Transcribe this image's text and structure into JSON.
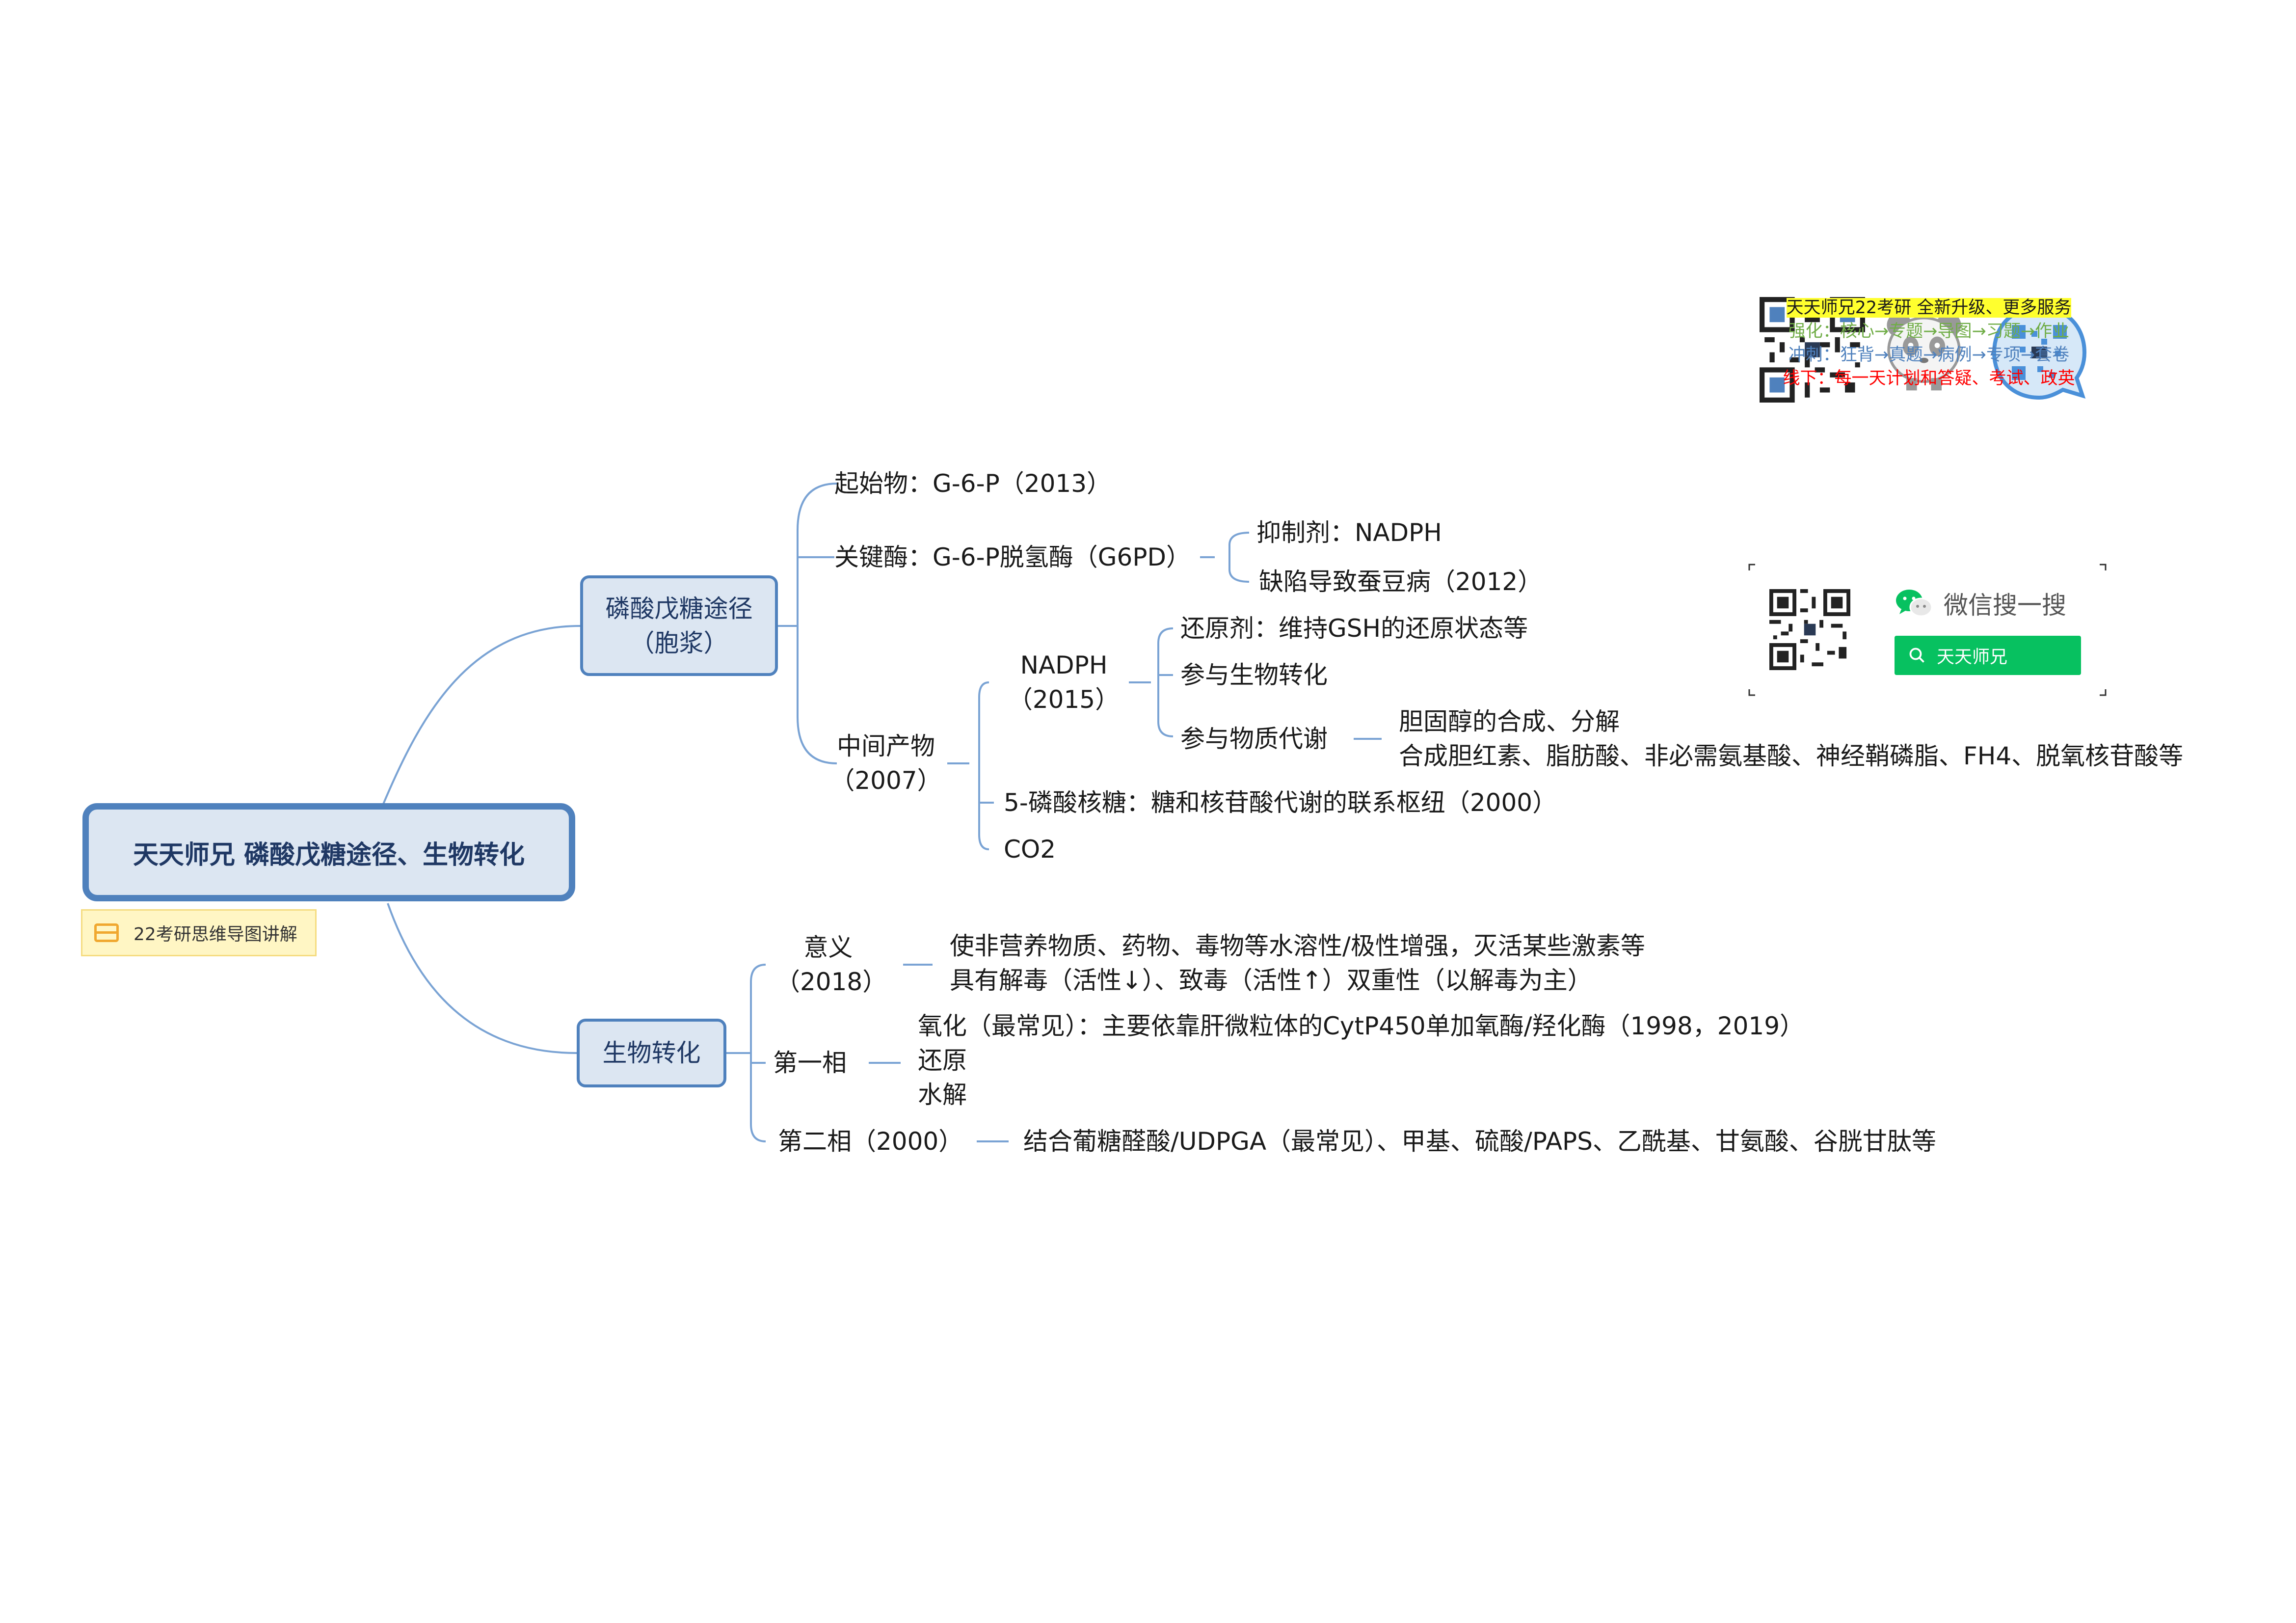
{
  "central_topic": "天天师兄 磷酸戊糖途径、生物转化",
  "note": "22考研思维导图讲解",
  "branch_ppp": {
    "label_line1": "磷酸戊糖途径",
    "label_line2": "（胞浆）",
    "starter": "起始物：G-6-P（2013）",
    "key_enzyme": "关键酶：G-6-P脱氢酶（G6PD）",
    "inhibitor": "抑制剂：NADPH",
    "deficiency": "缺陷导致蚕豆病（2012）",
    "intermediate_line1": "中间产物",
    "intermediate_line2": "（2007）",
    "nadph_line1": "NADPH",
    "nadph_line2": "（2015）",
    "reducing_agent": "还原剂：维持GSH的还原状态等",
    "biotransform": "参与生物转化",
    "metabolism": "参与物质代谢",
    "cholesterol": "胆固醇的合成、分解",
    "synthesis": "合成胆红素、脂肪酸、非必需氨基酸、神经鞘磷脂、FH4、脱氧核苷酸等",
    "ribose": "5-磷酸核糖：糖和核苷酸代谢的联系枢纽（2000）",
    "co2": "CO2"
  },
  "branch_bio": {
    "label": "生物转化",
    "meaning_line1": "意义",
    "meaning_line2": "（2018）",
    "meaning_detail1": "使非营养物质、药物、毒物等水溶性/极性增强，灭活某些激素等",
    "meaning_detail2": "具有解毒（活性↓）、致毒（活性↑）双重性（以解毒为主）",
    "phase1": "第一相",
    "oxidation": "氧化（最常见）：主要依靠肝微粒体的CytP450单加氧酶/羟化酶（1998，2019）",
    "reduction": "还原",
    "hydrolysis": "水解",
    "phase2": "第二相（2000）",
    "phase2_detail": "结合葡糖醛酸/UDPGA（最常见）、甲基、硫酸/PAPS、乙酰基、甘氨酸、谷胱甘肽等"
  },
  "ads": {
    "headline": "天天师兄22考研  全新升级、更多服务",
    "line2": "强化：核心→专题→导图→习题→作业",
    "line3": "冲刺：狂背→真题→病例→专项→套卷",
    "line4": "线下：每一天计划和答疑、考试、政英",
    "wechat_search": "微信搜一搜",
    "search_term": "天天师兄"
  },
  "colors": {
    "line": "#7aa3d4",
    "box_fill": "#dce6f2",
    "box_border": "#4f81bd",
    "ad_green": "#70ad47",
    "ad_blue": "#4f81bd",
    "ad_red": "#ff0000",
    "wechat_green": "#07c160"
  }
}
